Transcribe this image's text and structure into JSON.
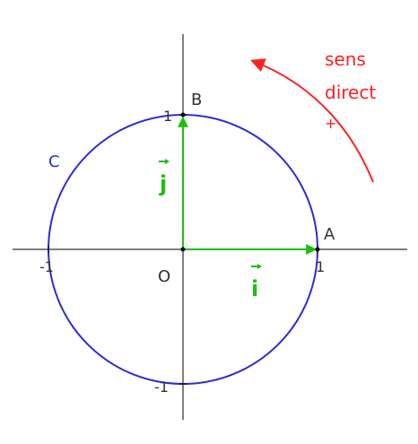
{
  "labels": {
    "origin": "O",
    "point_a": "A",
    "point_b": "B",
    "circle": "C",
    "tick_x_pos": "1",
    "tick_x_neg": "-1",
    "tick_y_pos": "1",
    "tick_y_neg": "-1",
    "vector_i": "i",
    "vector_j": "j",
    "direction_line1": "sens",
    "direction_line2": "direct",
    "direction_sign": "+"
  },
  "colors": {
    "axes": "#000000",
    "circle": "#2b2bdc",
    "vectors": "#19c00f",
    "direction": "#ff2020",
    "text": "#333333"
  },
  "icons": {
    "arrow": "arrow-icon"
  }
}
